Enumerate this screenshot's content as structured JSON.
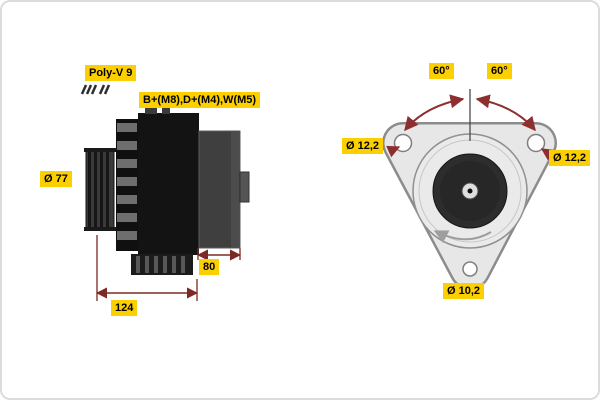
{
  "page": {
    "background": "#ffffff"
  },
  "side_view": {
    "labels": {
      "belt_type": "Poly-V 9",
      "terminals": "B+(M8),D+(M4),W(M5)",
      "pulley_diameter": "Ø 77",
      "dim_rear": "80",
      "dim_length": "124"
    }
  },
  "front_view": {
    "labels": {
      "angle_left": "60°",
      "angle_right": "60°",
      "hole_left": "Ø 12,2",
      "hole_right": "Ø 12,2",
      "hole_bottom": "Ø 10,2"
    }
  },
  "colors": {
    "label_background": "#fccf00",
    "label_text": "#000000",
    "dimension_arrows": "#7b2a24",
    "angle_arrows": "#8d2f2f",
    "body_dark": "#131313",
    "housing_gray": "#3f3f3f",
    "flange_fill": "#e7e7e7",
    "flange_outline": "#8c8c8c"
  }
}
